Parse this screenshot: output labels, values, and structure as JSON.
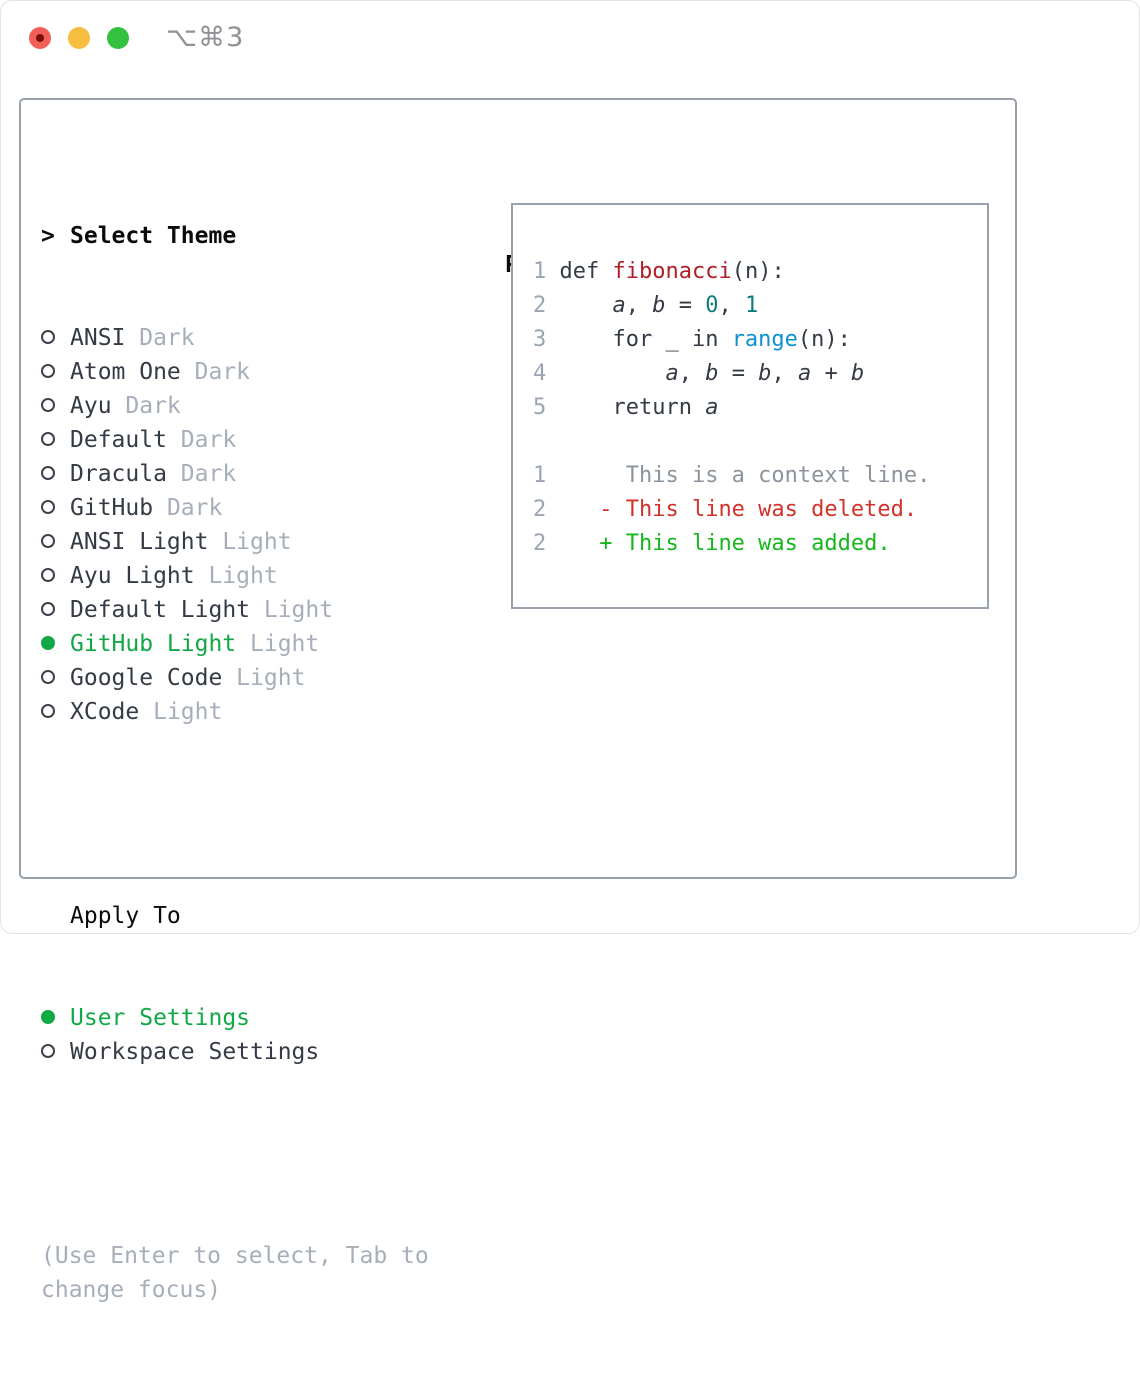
{
  "window": {
    "titlebar_shortcut": "⌥⌘3"
  },
  "colors": {
    "accent_green": "#13a846",
    "text_dark": "#343b45",
    "text_black": "#0b0b0b",
    "text_muted": "#a6aeb9",
    "line_number": "#9aa4b2",
    "syntax_function": "#ae1f27",
    "syntax_number": "#0e7c7f",
    "syntax_builtin": "#0f90d0",
    "diff_context": "#8b939d",
    "diff_deleted": "#d2322a",
    "diff_added": "#17b71c",
    "border_gray": "#99a2ac",
    "traffic_red": "#f25f58",
    "traffic_red_dot": "#7a1007",
    "traffic_yellow": "#f6bd3e",
    "traffic_green": "#33c13f"
  },
  "selector": {
    "prompt": ">",
    "title": "Select Theme",
    "themes": [
      {
        "name": "ANSI",
        "variant": "Dark",
        "selected": false
      },
      {
        "name": "Atom One",
        "variant": "Dark",
        "selected": false
      },
      {
        "name": "Ayu",
        "variant": "Dark",
        "selected": false
      },
      {
        "name": "Default",
        "variant": "Dark",
        "selected": false
      },
      {
        "name": "Dracula",
        "variant": "Dark",
        "selected": false
      },
      {
        "name": "GitHub",
        "variant": "Dark",
        "selected": false
      },
      {
        "name": "ANSI Light",
        "variant": "Light",
        "selected": false
      },
      {
        "name": "Ayu Light",
        "variant": "Light",
        "selected": false
      },
      {
        "name": "Default Light",
        "variant": "Light",
        "selected": false
      },
      {
        "name": "GitHub Light",
        "variant": "Light",
        "selected": true
      },
      {
        "name": "Google Code",
        "variant": "Light",
        "selected": false
      },
      {
        "name": "XCode",
        "variant": "Light",
        "selected": false
      }
    ],
    "apply_title": "Apply To",
    "apply_options": [
      {
        "label": "User Settings",
        "selected": true
      },
      {
        "label": "Workspace Settings",
        "selected": false
      }
    ],
    "help_text": "(Use Enter to select, Tab to change focus)"
  },
  "preview": {
    "title": "Preview",
    "lines": [
      {
        "num": "1",
        "segments": [
          {
            "style": "code",
            "text": "def "
          },
          {
            "style": "fn",
            "text": "fibonacci"
          },
          {
            "style": "code",
            "text": "(n):"
          }
        ]
      },
      {
        "num": "2",
        "segments": [
          {
            "style": "code",
            "text": "    "
          },
          {
            "style": "var",
            "text": "a"
          },
          {
            "style": "code",
            "text": ", "
          },
          {
            "style": "var",
            "text": "b"
          },
          {
            "style": "code",
            "text": " = "
          },
          {
            "style": "num",
            "text": "0"
          },
          {
            "style": "code",
            "text": ", "
          },
          {
            "style": "num",
            "text": "1"
          }
        ]
      },
      {
        "num": "3",
        "segments": [
          {
            "style": "code",
            "text": "    for _ in "
          },
          {
            "style": "builtin",
            "text": "range"
          },
          {
            "style": "code",
            "text": "(n):"
          }
        ]
      },
      {
        "num": "4",
        "segments": [
          {
            "style": "code",
            "text": "        "
          },
          {
            "style": "var",
            "text": "a"
          },
          {
            "style": "code",
            "text": ", "
          },
          {
            "style": "var",
            "text": "b"
          },
          {
            "style": "code",
            "text": " = "
          },
          {
            "style": "var",
            "text": "b"
          },
          {
            "style": "code",
            "text": ", "
          },
          {
            "style": "var",
            "text": "a"
          },
          {
            "style": "code",
            "text": " + "
          },
          {
            "style": "var",
            "text": "b"
          }
        ]
      },
      {
        "num": "5",
        "segments": [
          {
            "style": "code",
            "text": "    return "
          },
          {
            "style": "var",
            "text": "a"
          }
        ]
      },
      {
        "num": "",
        "segments": []
      },
      {
        "num": "1",
        "segments": [
          {
            "style": "ctx",
            "text": "     This is a context line."
          }
        ]
      },
      {
        "num": "2",
        "segments": [
          {
            "style": "del",
            "text": "   - This line was deleted."
          }
        ]
      },
      {
        "num": "2",
        "segments": [
          {
            "style": "add",
            "text": "   + This line was added."
          }
        ]
      }
    ]
  }
}
